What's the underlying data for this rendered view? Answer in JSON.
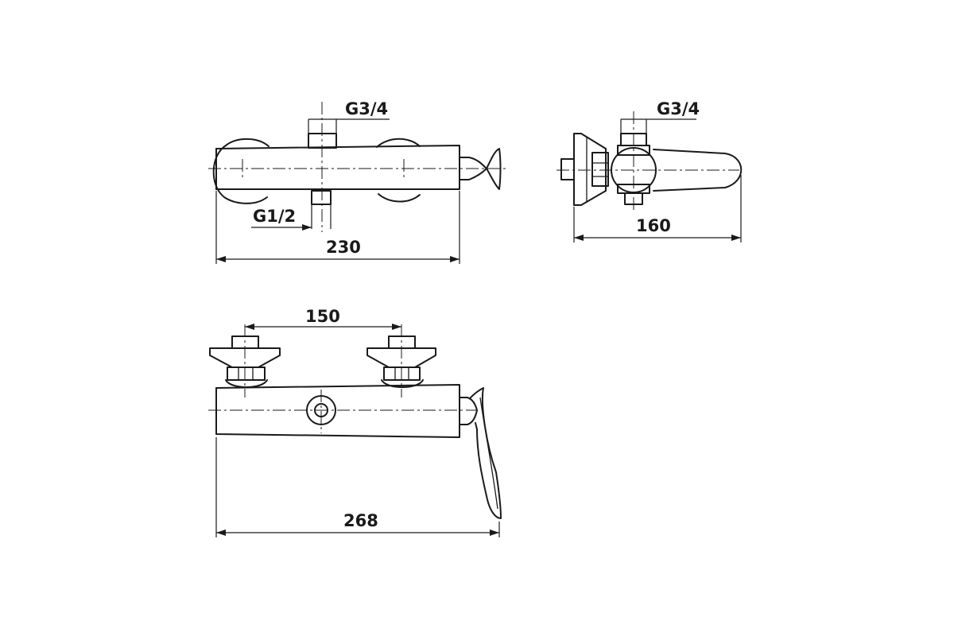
{
  "labels": {
    "top_inlet": "G3/4",
    "top_outlet": "G1/2",
    "top_length": "230",
    "side_inlet": "G3/4",
    "side_depth": "160",
    "front_spacing": "150",
    "front_length": "268"
  }
}
